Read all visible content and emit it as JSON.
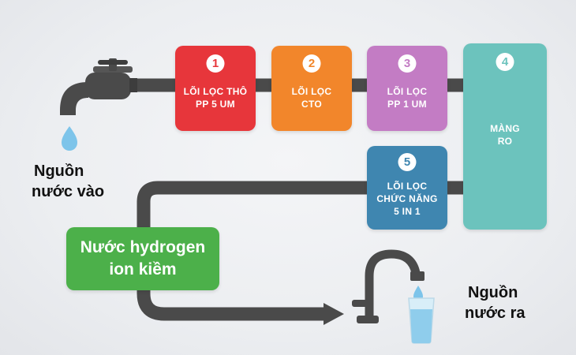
{
  "colors": {
    "pipe": "#4a4a4a",
    "stage1": "#e7363b",
    "stage2": "#f2862b",
    "stage3": "#c37cc4",
    "stage4": "#6cc3bd",
    "stage5": "#3f86b0",
    "output": "#4cb04a",
    "water": "#7dc4ea"
  },
  "stages": [
    {
      "number": "1",
      "line1": "LÕI LỌC THÔ",
      "line2": "PP 5 UM",
      "line3": ""
    },
    {
      "number": "2",
      "line1": "LÕI LỌC",
      "line2": "CTO",
      "line3": ""
    },
    {
      "number": "3",
      "line1": "LÕI LỌC",
      "line2": "PP 1 UM",
      "line3": ""
    },
    {
      "number": "4",
      "line1": "MÀNG",
      "line2": "RO",
      "line3": ""
    },
    {
      "number": "5",
      "line1": "LÕI LỌC",
      "line2": "CHỨC NĂNG",
      "line3": "5 IN 1"
    }
  ],
  "input": {
    "line1": "Nguồn",
    "line2": "nước vào"
  },
  "output": {
    "line1": "Nước hydrogen",
    "line2": "ion kiềm"
  },
  "tap_out": {
    "line1": "Nguồn",
    "line2": "nước ra"
  },
  "icons": {
    "input_faucet": "faucet-icon",
    "drop": "water-drop-icon",
    "output_tap": "tap-icon",
    "glass": "glass-icon"
  }
}
